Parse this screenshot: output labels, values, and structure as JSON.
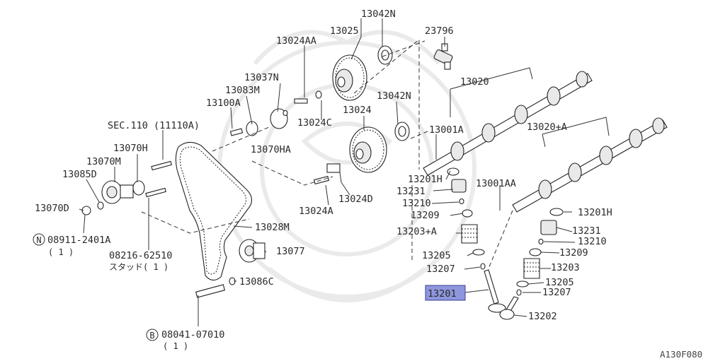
{
  "labels": {
    "p13042n_top": "13042N",
    "p13025": "13025",
    "p23796": "23796",
    "p13024aa": "13024AA",
    "p13037n": "13037N",
    "p13020": "13020",
    "p13083m": "13083M",
    "p13100a": "13100A",
    "p13042n_mid": "13042N",
    "p13024": "13024",
    "p13024c": "13024C",
    "p13001a": "13001A",
    "p13020a": "13020+A",
    "sec110": "SEC.110 (11110A)",
    "p13070ha": "13070HA",
    "p13070h": "13070H",
    "p13070m": "13070M",
    "p13085d": "13085D",
    "p13201h_top": "13201H",
    "p13001aa": "13001AA",
    "p13231_left": "13231",
    "p13210_left": "13210",
    "p13024d": "13024D",
    "p13070d": "13070D",
    "p13024a": "13024A",
    "p13209_left": "13209",
    "p13201h_right": "13201H",
    "p13028m": "13028M",
    "p13203a": "13203+A",
    "p13231_right": "13231",
    "n_code": "08911-2401A",
    "n_qty": "( 1 )",
    "p13210_right": "13210",
    "p13077": "13077",
    "p13209_right": "13209",
    "stud_code": "08216-62510",
    "stud_name": "スタッド( 1 )",
    "p13205_left": "13205",
    "p13203": "13203",
    "p13207_left": "13207",
    "p13086c": "13086C",
    "p13205_right": "13205",
    "p13201": "13201",
    "p13207_right": "13207",
    "p13202": "13202",
    "b_code": "08041-07010",
    "b_qty": "( 1 )",
    "circle_n": "N",
    "circle_b": "B",
    "ref_code": "A130F080"
  },
  "colors": {
    "highlight_fill": "#8e96dd",
    "highlight_stroke": "#3b3f8f",
    "line": "#333333"
  },
  "highlighted_part": "13201"
}
